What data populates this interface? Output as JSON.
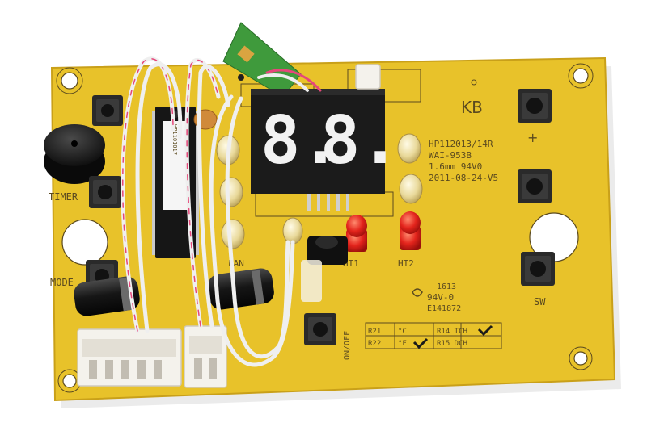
{
  "board": {
    "colors": {
      "pcb": "#e8c22a",
      "pcb_edge": "#c9a019",
      "silkscreen": "#5b4a1f",
      "led_red": "#e3241c",
      "display_body": "#1b1b1b",
      "display_segment": "#f2f2f2",
      "wire_white": "#efefef",
      "wire_red": "#e6477a"
    },
    "silkscreen": {
      "kb": "KB",
      "plus": "+",
      "timer": "TIMER",
      "mode": "MODE",
      "sw": "SW",
      "ht1": "HT1",
      "ht2": "HT2",
      "fan": "FAN",
      "on_off": "ON/OFF",
      "board_id": "HP112013/14R",
      "model": "WAI-953B",
      "spec": "1.6mm 94V0",
      "date": "2011-08-24-V5",
      "batch": "1613",
      "rating": "94V-0",
      "cert": "E141872",
      "table": {
        "r21": "R21",
        "c": "°C",
        "r22": "R22",
        "f": "°F",
        "r14": "R14 TCH",
        "r15": "R15 DCH"
      }
    },
    "display": {
      "digits": [
        "8.",
        "8."
      ]
    },
    "chip_label": "WP1101017"
  }
}
